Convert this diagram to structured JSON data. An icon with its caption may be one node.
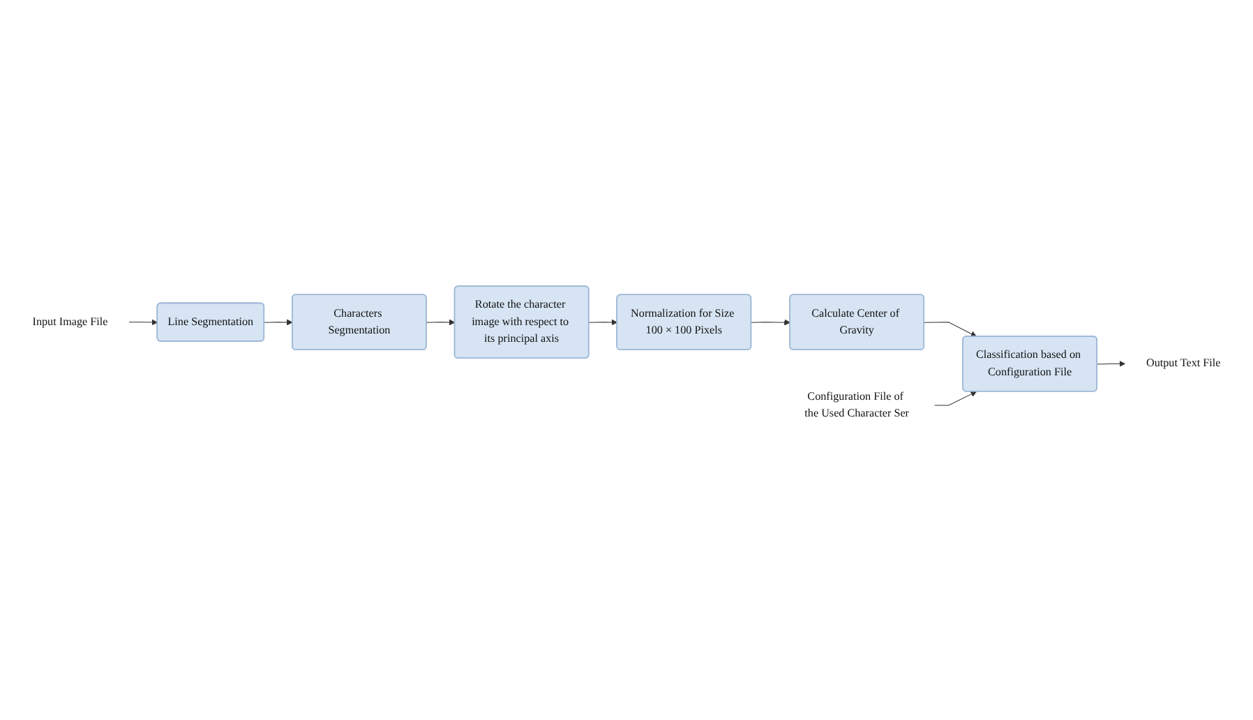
{
  "diagram": {
    "nodes": [
      {
        "text": [
          "Input Image File"
        ]
      },
      {
        "text": [
          "Line Segmentation"
        ]
      },
      {
        "text": [
          "Characters Segmentation"
        ]
      },
      {
        "text": [
          "Rotate the character image with respect to its principal axis"
        ]
      },
      {
        "text": [
          "Normalization for Size 100 × 100 Pixels"
        ]
      },
      {
        "text": [
          "Calculate Center of Gravity"
        ]
      },
      {
        "text": [
          "Classification based on Configuration File"
        ]
      },
      {
        "text": [
          "Output Text File"
        ]
      },
      {
        "text": [
          "Configuration File of the Used Character Ser"
        ]
      }
    ],
    "edges": [
      {
        "from": 0,
        "to": 1,
        "arrow": "to"
      },
      {
        "from": 1,
        "to": 2,
        "arrow": "to"
      },
      {
        "from": 2,
        "to": 3,
        "arrow": "to"
      },
      {
        "from": 3,
        "to": 4,
        "arrow": "to"
      },
      {
        "from": 4,
        "to": 5,
        "arrow": "to"
      },
      {
        "from": 5,
        "to": 6,
        "arrow": "to"
      },
      {
        "from": 6,
        "to": 7,
        "arrow": "to"
      },
      {
        "from": 8,
        "to": 6,
        "arrow": "to"
      }
    ]
  }
}
